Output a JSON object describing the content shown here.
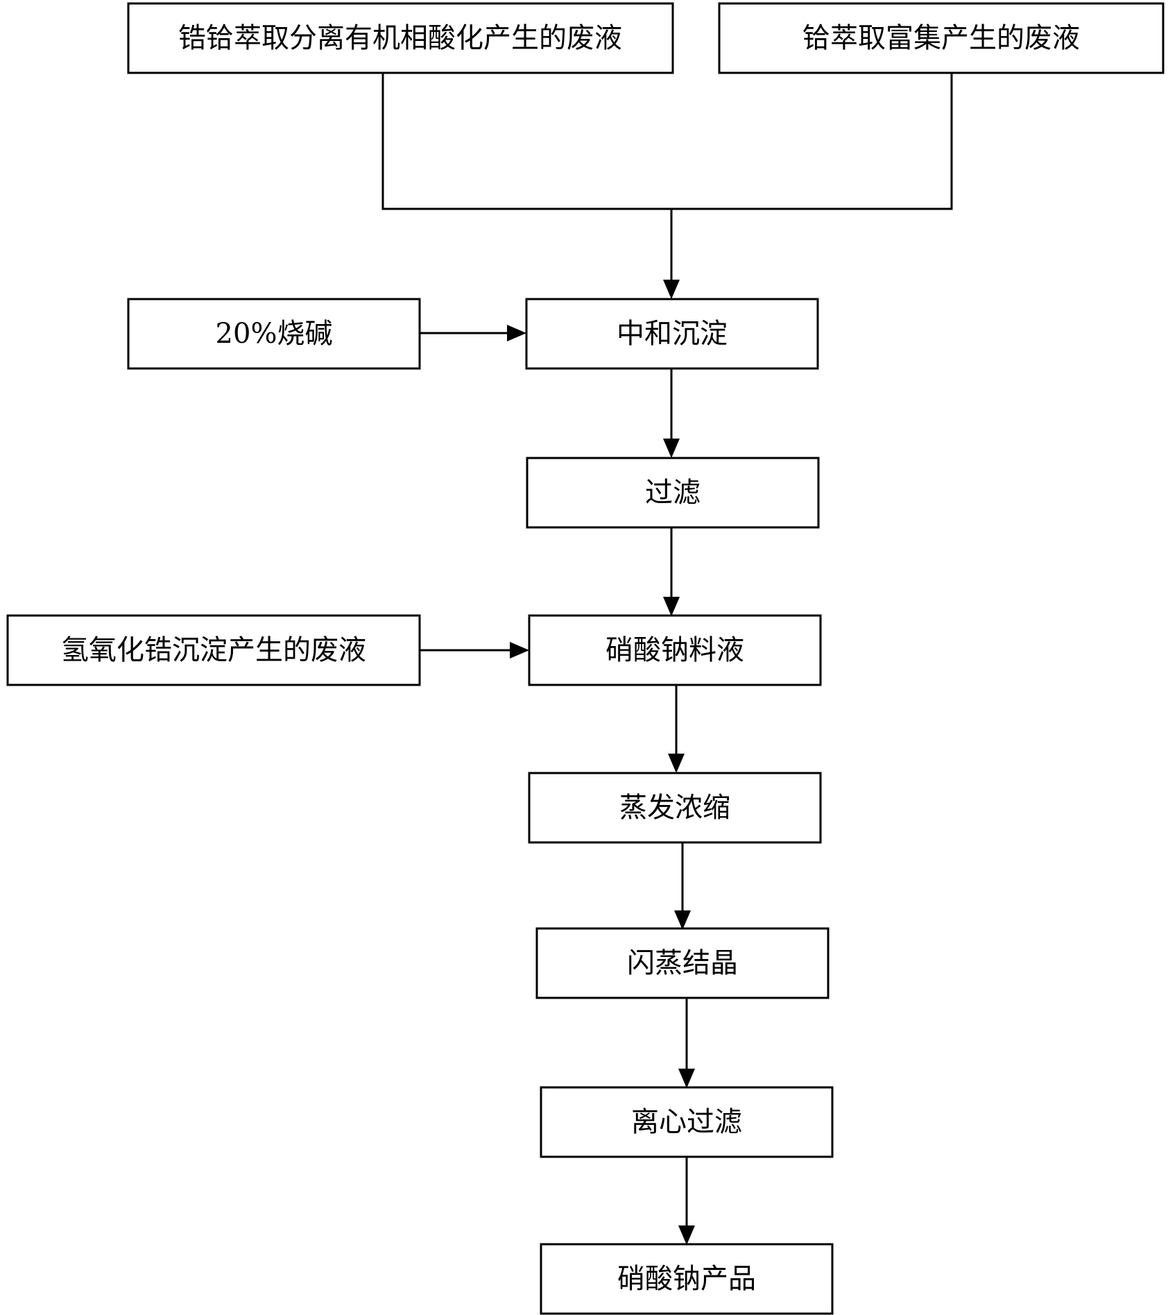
{
  "flowchart": {
    "nodes": {
      "source_zrhf": "锆铪萃取分离有机相酸化产生的废液",
      "source_hf": "铪萃取富集产生的废液",
      "caustic": "20%烧碱",
      "neutralize": "中和沉淀",
      "filter": "过滤",
      "zr_hydroxide_waste": "氢氧化锆沉淀产生的废液",
      "nitrate_liquor": "硝酸钠料液",
      "evaporate": "蒸发浓缩",
      "flash_crystallize": "闪蒸结晶",
      "centrifuge": "离心过滤",
      "product": "硝酸钠产品"
    },
    "edges": [
      {
        "from": "source_zrhf",
        "to": "neutralize"
      },
      {
        "from": "source_hf",
        "to": "neutralize"
      },
      {
        "from": "caustic",
        "to": "neutralize"
      },
      {
        "from": "neutralize",
        "to": "filter"
      },
      {
        "from": "filter",
        "to": "nitrate_liquor"
      },
      {
        "from": "zr_hydroxide_waste",
        "to": "nitrate_liquor"
      },
      {
        "from": "nitrate_liquor",
        "to": "evaporate"
      },
      {
        "from": "evaporate",
        "to": "flash_crystallize"
      },
      {
        "from": "flash_crystallize",
        "to": "centrifuge"
      },
      {
        "from": "centrifuge",
        "to": "product"
      }
    ]
  }
}
